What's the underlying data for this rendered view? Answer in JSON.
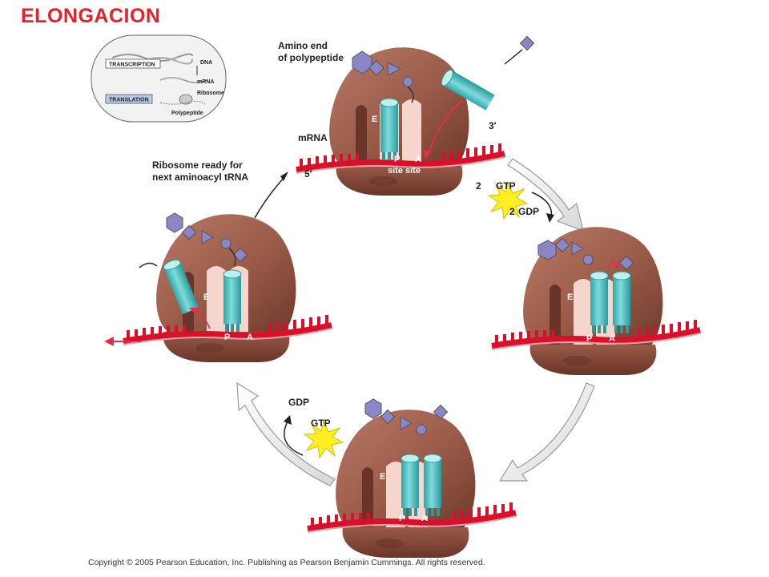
{
  "title": "ELONGACION",
  "inset": {
    "transcription": "TRANSCRIPTION",
    "translation": "TRANSLATION",
    "dna": "DNA",
    "mrna": "mRNA",
    "ribosome": "Ribosome",
    "polypeptide": "Polypeptide"
  },
  "labels": {
    "amino_end": "Amino end",
    "amino_end2": "of polypeptide",
    "mrna": "mRNA",
    "three_prime": "3′",
    "five_prime": "5′",
    "ready": "Ribosome ready for",
    "ready2": "next aminoacyl tRNA",
    "step2_gtp": "GTP",
    "step2_gdp": "GDP",
    "num_2a": "2",
    "num_2b": "2",
    "step3_gdp": "GDP",
    "step3_gtp": "GTP",
    "p_site": "P",
    "a_site": "A",
    "site_site": "site site",
    "e": "E"
  },
  "colors": {
    "ribosome": "#9a5a48",
    "ribosome_dark": "#7a4030",
    "trna": "#4fc0c0",
    "trna_light": "#bff0ee",
    "mrna": "#d8102a",
    "peptide": "#8a86c8",
    "arrow_red": "#e0304a",
    "gtp_star": "#ffee22"
  },
  "copyright": "Copyright © 2005 Pearson Education, Inc. Publishing as Pearson Benjamin Cummings. All rights reserved."
}
